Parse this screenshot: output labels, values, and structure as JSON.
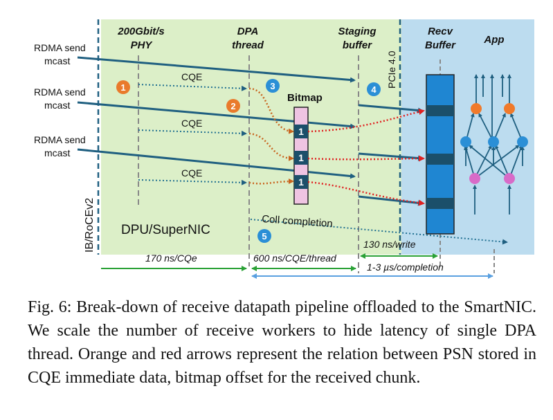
{
  "diagram": {
    "input_labels": [
      {
        "line1": "RDMA send",
        "line2": "mcast"
      },
      {
        "line1": "RDMA send",
        "line2": "mcast"
      },
      {
        "line1": "RDMA send",
        "line2": "mcast"
      }
    ],
    "columns": {
      "phy": {
        "line1": "200Gbit/s",
        "line2": "PHY"
      },
      "dpa": {
        "line1": "DPA",
        "line2": "thread"
      },
      "staging": {
        "line1": "Staging",
        "line2": "buffer"
      },
      "recv": {
        "line1": "Recv",
        "line2": "Buffer"
      },
      "app": "App"
    },
    "pcie_label": "PCIe 4.0",
    "bitmap_label": "Bitmap",
    "bitmap_bits": [
      "1",
      "1",
      "1"
    ],
    "cqe_labels": [
      "CQE",
      "CQE",
      "CQE"
    ],
    "steps": [
      "1",
      "2",
      "3",
      "4",
      "5"
    ],
    "left_side_label": "IB/RoCEv2",
    "region_label": "DPU/SuperNIC",
    "coll_completion": "Coll completion",
    "timings": {
      "t1": "170 ns/CQe",
      "t2": "600 ns/CQE/thread",
      "t3": "130 ns/write",
      "t4": "1-3 µs/completion"
    },
    "colors": {
      "green_region": "#dcefc8",
      "blue_region": "#bcdcef",
      "navy_arrow": "#1f5f80",
      "step_orange": "#e97a2b",
      "step_blue": "#2b8fd6",
      "recv_buffer": "#1f86d2",
      "bitmap_fill": "#efc4e2",
      "green_timeline": "#2aa136",
      "blue_timeline": "#5aa0e0"
    }
  },
  "caption": "Fig. 6: Break-down of receive datapath pipeline offloaded to the SmartNIC. We scale the number of receive workers to hide latency of single DPA thread. Orange and red arrows represent the relation between PSN stored in CQE immediate data, bitmap offset for the received chunk."
}
